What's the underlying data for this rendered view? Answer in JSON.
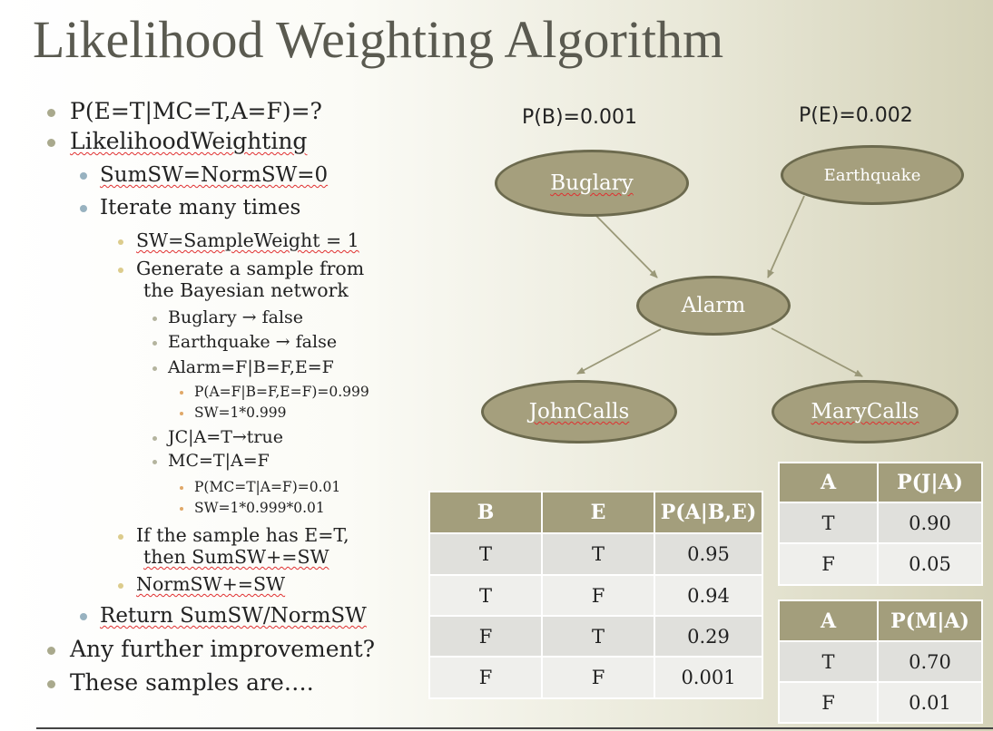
{
  "title": "Likelihood Weighting Algorithm",
  "bullets": {
    "b1": "P(E=T|MC=T,A=F)=?",
    "b2": "LikelihoodWeighting",
    "b3": "SumSW=NormSW=0",
    "b4": "Iterate many times",
    "b5": "SW=SampleWeight = 1",
    "b6a": "Generate a sample from",
    "b6b": "the Bayesian network",
    "b7": "Buglary → false",
    "b8": "Earthquake → false",
    "b9": "Alarm=F|B=F,E=F",
    "b10": "P(A=F|B=F,E=F)=0.999",
    "b11": "SW=1*0.999",
    "b12": "JC|A=T→true",
    "b13": "MC=T|A=F",
    "b14": "P(MC=T|A=F)=0.01",
    "b15": "SW=1*0.999*0.01",
    "b16a": "If the sample has E=T,",
    "b16b": "then SumSW+=SW",
    "b17": "NormSW+=SW",
    "b18": "Return SumSW/NormSW",
    "b19": "Any further improvement?",
    "b20": "These samples are…."
  },
  "network": {
    "pb": "P(B)=0.001",
    "pe": "P(E)=0.002",
    "buglary": "Buglary",
    "earthquake": "Earthquake",
    "alarm": "Alarm",
    "johncalls": "JohnCalls",
    "marycalls": "MaryCalls"
  },
  "cpt_alarm": {
    "headers": [
      "B",
      "E",
      "P(A|B,E)"
    ],
    "rows": [
      [
        "T",
        "T",
        "0.95"
      ],
      [
        "T",
        "F",
        "0.94"
      ],
      [
        "F",
        "T",
        "0.29"
      ],
      [
        "F",
        "F",
        "0.001"
      ]
    ]
  },
  "cpt_john": {
    "headers": [
      "A",
      "P(J|A)"
    ],
    "rows": [
      [
        "T",
        "0.90"
      ],
      [
        "F",
        "0.05"
      ]
    ]
  },
  "cpt_mary": {
    "headers": [
      "A",
      "P(M|A)"
    ],
    "rows": [
      [
        "T",
        "0.70"
      ],
      [
        "F",
        "0.01"
      ]
    ]
  },
  "colors": {
    "node_fill": "#a59f7d",
    "node_border": "#6c6a4e",
    "header_fill": "#a39e7c"
  }
}
